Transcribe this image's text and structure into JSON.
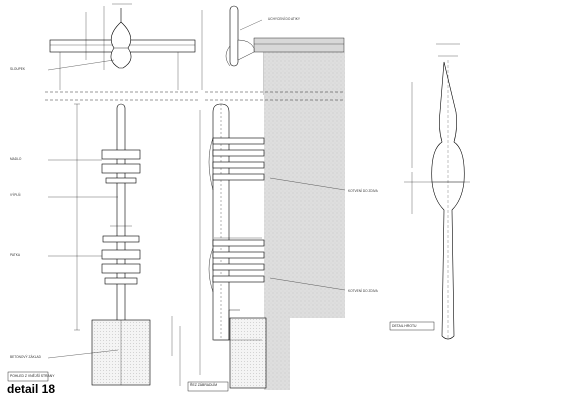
{
  "sheet": {
    "detail_title": "detail 18"
  },
  "labels": {
    "view1": "POHLED Z VNĚJŠÍ STRANY",
    "view2": "ŘEZ ZÁBRADLÍM",
    "view3": "DETAIL HROTU",
    "anchor_note_top": "UCHYCENÍ DO ATIKY",
    "anchor_note_mid1": "KOTVENÍ DO ZDIVA",
    "anchor_note_mid2": "KOTVENÍ DO ZDIVA",
    "post_label1": "SLOUPEK",
    "post_label2": "MADLO",
    "post_label3": "VÝPLŇ",
    "post_label4": "PATKA",
    "base_label": "BETONOVÝ ZÁKLAD"
  }
}
